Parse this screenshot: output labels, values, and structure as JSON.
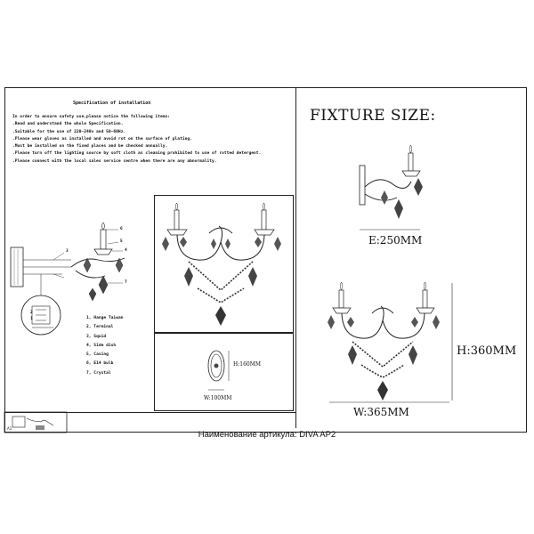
{
  "left_panel": {
    "title": "Specification of installation",
    "instructions": [
      "In order to ensure safety use,please notice the following items:",
      ".Read and understand the whole Specification.",
      ".Suitable for the use of 220~240v and 50~60Hz.",
      ".Please wear gloves as installed and avoid rot on the surface of plating.",
      ".Must be installed on the fixed places and be checked annually.",
      ".Please turn off the lighting source by soft cloth as cleaning prohibited to use of rotted detergent.",
      ".Please connect with the local sales service centre when there are any abnormality."
    ],
    "legend": [
      "1, Hange Taiwan",
      "2, Terminal",
      "3, Squid",
      "4, Side dish",
      "5, Casing",
      "6, E14 bulb",
      "7, Crystal"
    ],
    "diagram_numbers": [
      "6",
      "5",
      "4",
      "3",
      "2",
      "1",
      "7"
    ],
    "plate_height": "H:160MM",
    "plate_width": "W:100MM",
    "corner_label": "A1"
  },
  "right_panel": {
    "title": "FIXTURE SIZE:",
    "extension": "E:250MM",
    "height": "H:360MM",
    "width": "W:365MM"
  },
  "caption": "Наименование артикула: DIVA AP2"
}
